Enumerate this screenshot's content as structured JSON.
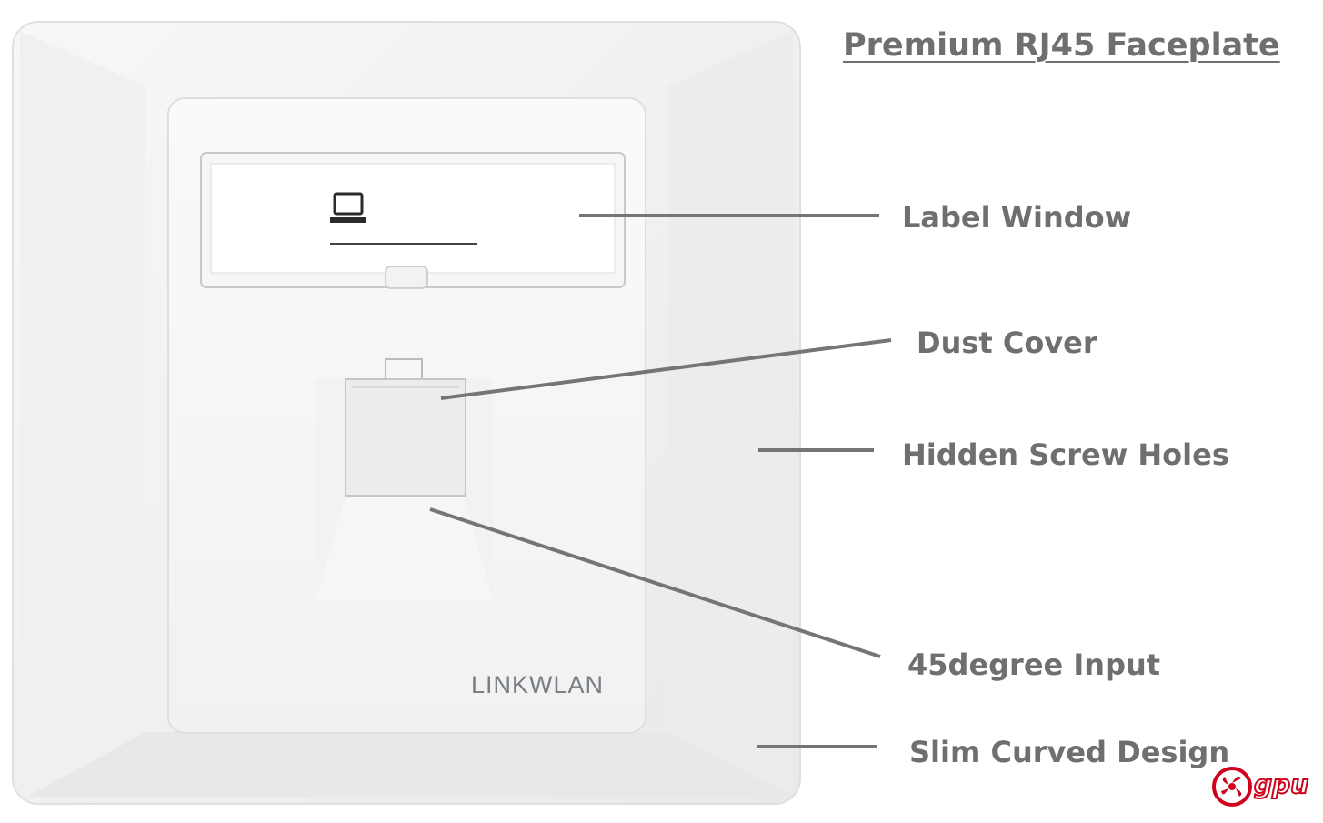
{
  "title": "Premium RJ45 Faceplate",
  "brand": "LINKWLAN",
  "callouts": [
    {
      "label": "Label Window"
    },
    {
      "label": "Dust Cover"
    },
    {
      "label": "Hidden Screw Holes"
    },
    {
      "label": "45degree Input"
    },
    {
      "label": "Slim Curved Design"
    }
  ],
  "watermark": {
    "text": "gpu",
    "icon": "fan-icon",
    "color": "#d0021b"
  },
  "colors": {
    "plate": "#f4f4f4",
    "text": "#6f6f6f",
    "line": "#757575"
  }
}
